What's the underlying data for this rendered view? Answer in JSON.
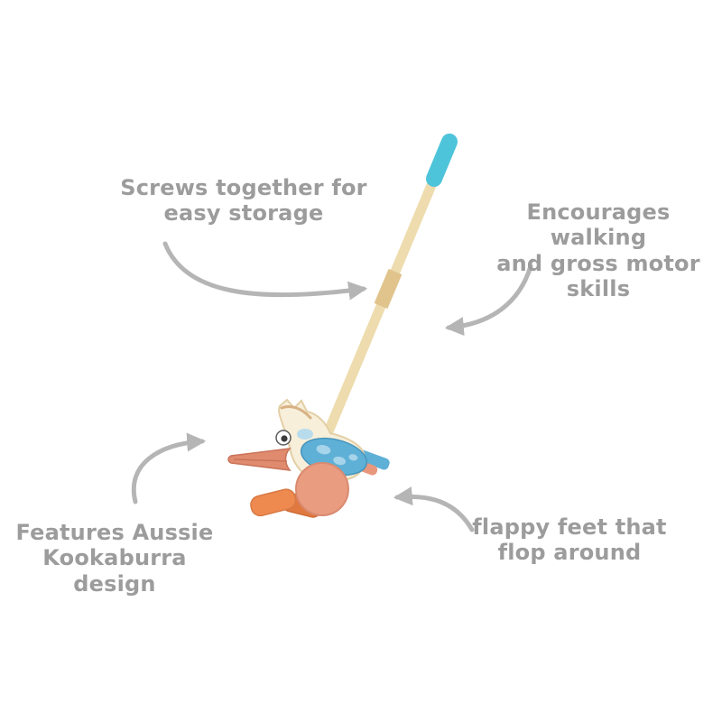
{
  "illustration": {
    "subject": "wooden kookaburra push-along walker toy",
    "colors": {
      "handle_blue": "#4ec4da",
      "stick_wood": "#eedcae",
      "screw_joint": "#e0c48c",
      "bird_body_cream": "#f7efda",
      "beak_salmon": "#e08a6e",
      "wing_blue": "#5fb0d6",
      "wing_spots_light_blue": "#a6d4ea",
      "belly_wheel_peach": "#ea9c80",
      "feet_orange": "#ee8a50",
      "text_gray": "#9c9c9c",
      "arrow_gray": "#b5b5b5"
    }
  },
  "annotations": {
    "top_left": {
      "line1": "Screws together for",
      "line2": "easy storage"
    },
    "top_right": {
      "line1": "Encourages walking",
      "line2": "and gross motor skills"
    },
    "bottom_left": {
      "line1": "Features Aussie",
      "line2": "Kookaburra design"
    },
    "bottom_right": {
      "line1": "flappy feet that",
      "line2": "flop around"
    }
  }
}
